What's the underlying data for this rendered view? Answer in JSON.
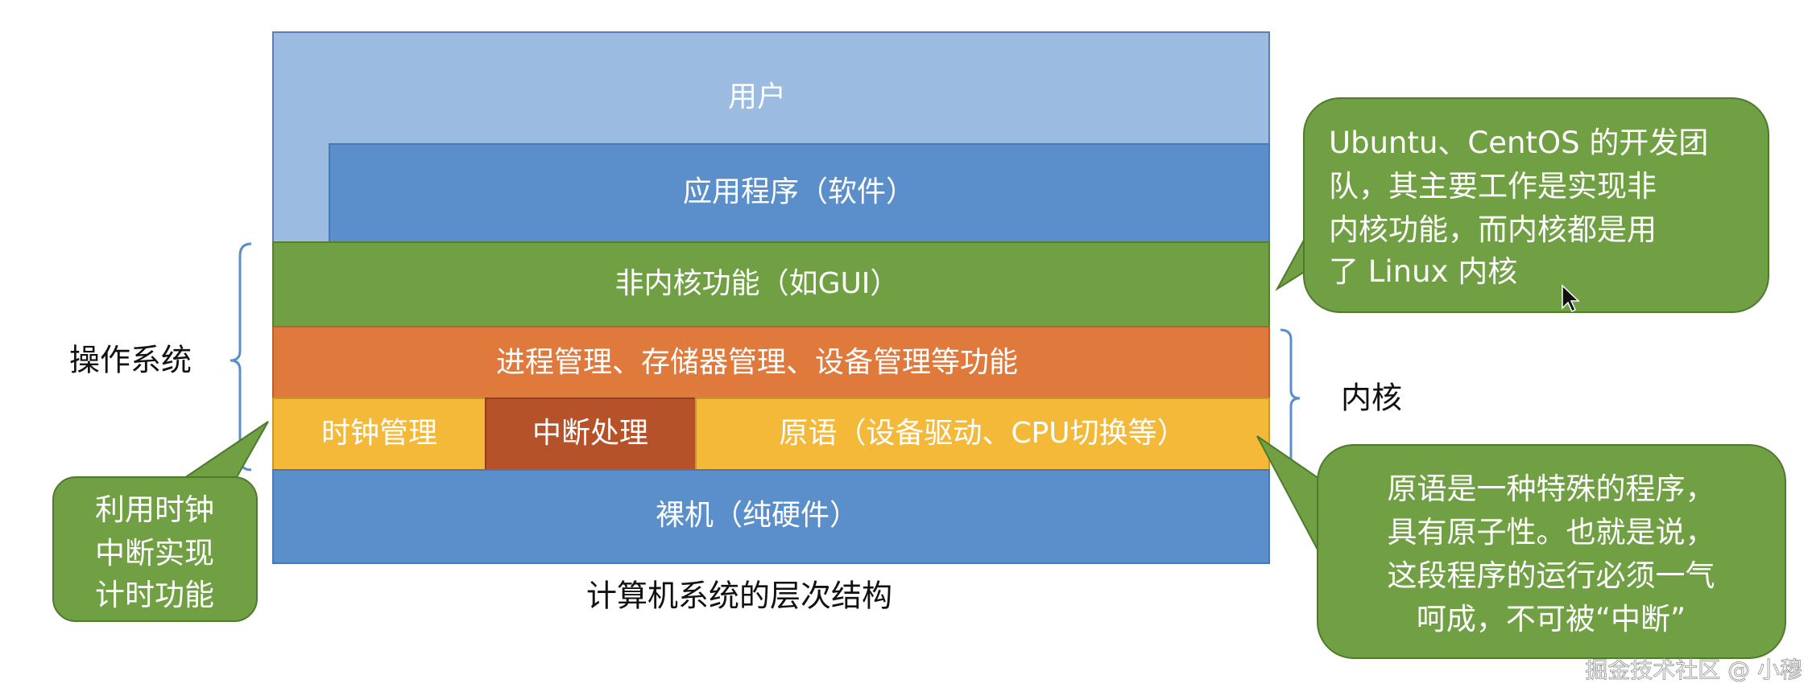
{
  "diagram": {
    "layers": {
      "users": "用户",
      "applications": "应用程序（软件）",
      "non_kernel": "非内核功能（如GUI）",
      "management": "进程管理、存储器管理、设备管理等功能",
      "clock": "时钟管理",
      "interrupt": "中断处理",
      "primitives": "原语（设备驱动、CPU切换等）",
      "bare_machine": "裸机（纯硬件）"
    },
    "caption": "计算机系统的层次结构",
    "brackets": {
      "os": "操作系统",
      "kernel": "内核"
    },
    "callouts": {
      "linux": [
        "Ubuntu、CentOS 的开发团",
        "队，其主要工作是实现非",
        "内核功能，而内核都是用",
        "了 Linux 内核"
      ],
      "primitive": [
        "原语是一种特殊的程序，",
        "具有原子性。也就是说，",
        "这段程序的运行必须一气",
        "呵成，不可被“中断”"
      ],
      "clock": [
        "利用时钟",
        "中断实现",
        "计时功能"
      ]
    },
    "watermark": "掘金技术社区 @ 小穆",
    "colors": {
      "users": "#9bbbe0",
      "blue": "#5b8fcc",
      "green": "#70a043",
      "orange": "#e07a3c",
      "yellow": "#f5b93a",
      "interrupt": "#b5522a",
      "bracket": "#5b8fcc"
    }
  }
}
